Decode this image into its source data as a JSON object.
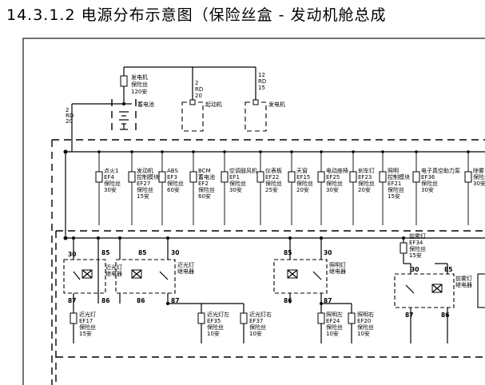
{
  "title": "14.3.1.2 电源分布示意图（保险丝盒 - 发动机舱总成",
  "top": {
    "gen_fuse": [
      "发电机",
      "保险丝",
      "120安"
    ],
    "battery_label": "蓄电池",
    "starter_label": "起动机",
    "generator_label": "发电机",
    "wire_a": [
      "2",
      "RD",
      "20"
    ],
    "wire_b": [
      "2",
      "RD",
      "20"
    ],
    "wire_c": [
      "12",
      "RD",
      "15"
    ]
  },
  "fuses": [
    {
      "lines": [
        "点火1",
        "EF4",
        "保险丝",
        "30安"
      ]
    },
    {
      "lines": [
        "发动机",
        "控制模块",
        "EF27",
        "保险丝",
        "15安"
      ]
    },
    {
      "lines": [
        "ABS",
        "EF3",
        "保险丝",
        "60安"
      ]
    },
    {
      "lines": [
        "BCM",
        "蓄电池",
        "EF2",
        "保险丝",
        "60安"
      ]
    },
    {
      "lines": [
        "空调鼓风机",
        "EF1",
        "保险丝",
        "30安"
      ]
    },
    {
      "lines": [
        "仪表板",
        "EF22",
        "保险丝",
        "25安"
      ]
    },
    {
      "lines": [
        "天窗",
        "EF15",
        "保险丝",
        "20安"
      ]
    },
    {
      "lines": [
        "电动座椅",
        "EF25",
        "保险丝",
        "30安"
      ]
    },
    {
      "lines": [
        "刹车灯",
        "EF23",
        "保险丝",
        "20安"
      ]
    },
    {
      "lines": [
        "照明",
        "控制模块",
        "EF21",
        "保险丝",
        "15安"
      ]
    },
    {
      "lines": [
        "电子真空助力泵",
        "EF36",
        "保险丝",
        "30安"
      ]
    },
    {
      "lines": [
        "除雾",
        "保险丝",
        "30安"
      ]
    }
  ],
  "relays": {
    "low_beam": [
      "近光灯",
      "继电器"
    ],
    "high_beam": [
      "近光灯",
      "继电器"
    ],
    "lighting": [
      "照明灯",
      "继电器"
    ],
    "fog": [
      "前雾灯",
      "继电器"
    ]
  },
  "pins": {
    "p30": "30",
    "p85": "85",
    "p86": "86",
    "p87": "87"
  },
  "bottom_fuses": {
    "low_beam": [
      "近光灯",
      "EF17",
      "保险丝",
      "15安"
    ],
    "low_left": [
      "近光灯左",
      "EF35",
      "保险丝",
      "10安"
    ],
    "low_right": [
      "近光灯右",
      "EF37",
      "保险丝",
      "10安"
    ],
    "light_left": [
      "照明左",
      "EF24",
      "保险丝",
      "10安"
    ],
    "light_right": [
      "照明右",
      "EF20",
      "保险丝",
      "10安"
    ],
    "fog": [
      "前雾灯",
      "EF34",
      "保险丝",
      "15安"
    ]
  }
}
